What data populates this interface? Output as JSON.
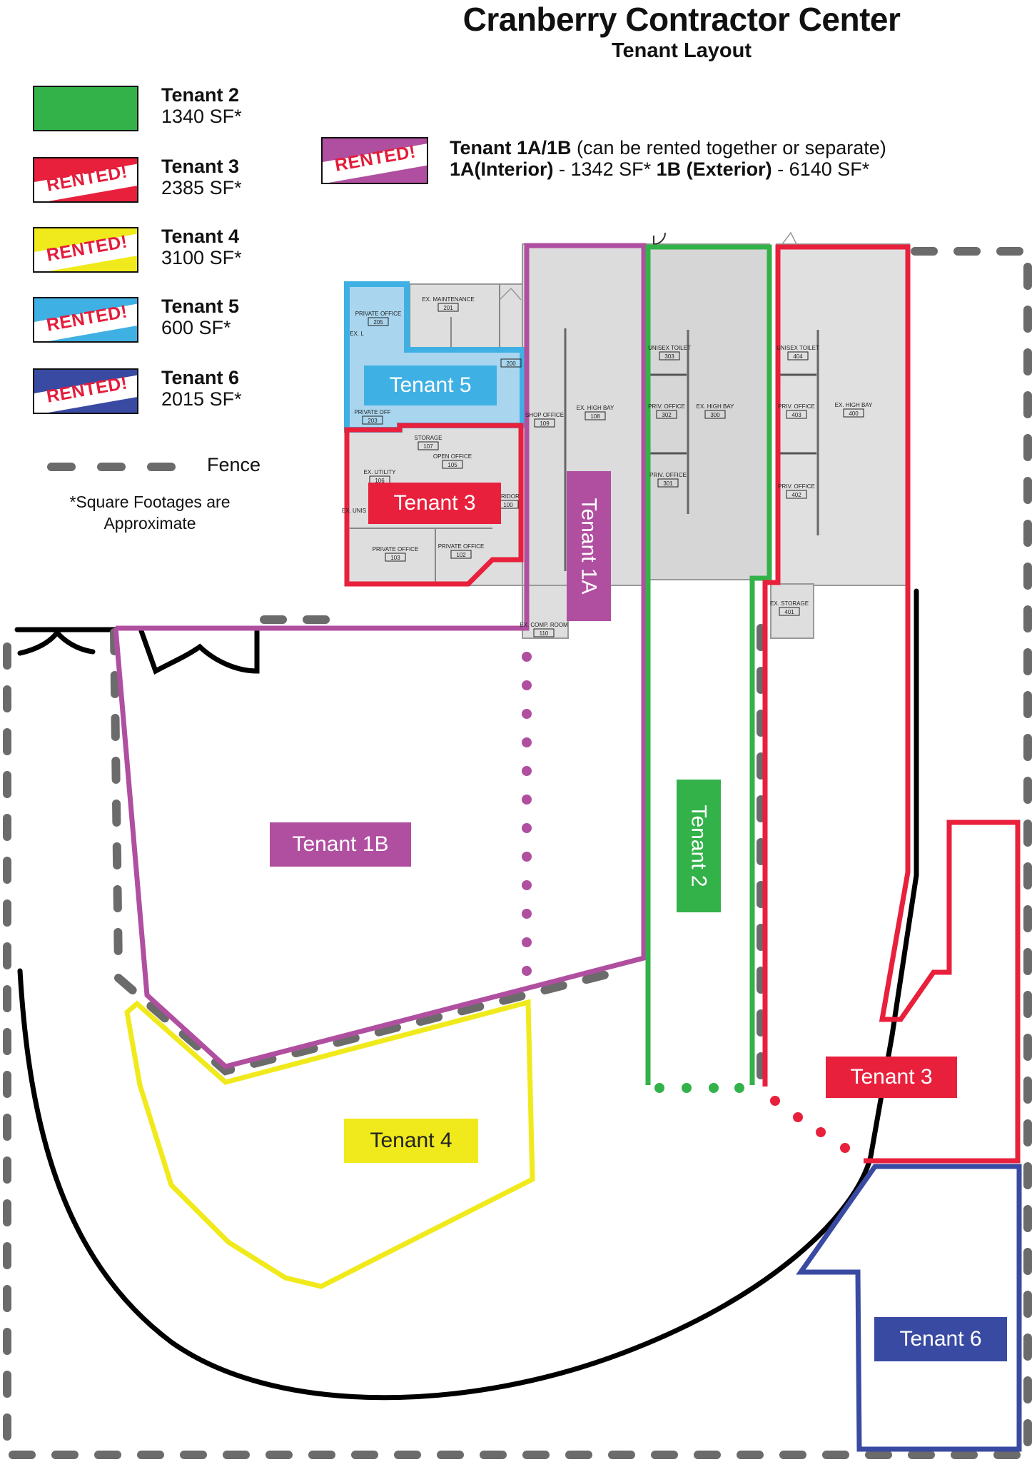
{
  "header": {
    "title": "Cranberry Contractor Center",
    "subtitle": "Tenant Layout"
  },
  "colors": {
    "tenant_1": "#b04fa0",
    "tenant_2": "#33b24a",
    "tenant_3": "#e8203c",
    "tenant_4": "#f0ea1c",
    "tenant_5": "#3fb0e4",
    "tenant_6": "#394aa2",
    "fence": "#6b6b6b",
    "building_fill": "#dcdcdc",
    "rented_text": "#e31d3b"
  },
  "legend": {
    "rented_label": "RENTED!",
    "items": [
      {
        "name": "Tenant 2",
        "area": "1340 SF*",
        "rented": false
      },
      {
        "name": "Tenant 3",
        "area": "2385 SF*",
        "rented": true
      },
      {
        "name": "Tenant 4",
        "area": "3100 SF*",
        "rented": true
      },
      {
        "name": "Tenant 5",
        "area": "600 SF*",
        "rented": true
      },
      {
        "name": "Tenant 6",
        "area": "2015 SF*",
        "rented": true
      }
    ],
    "fence_label": "Fence",
    "footnote_line1": "*Square Footages are",
    "footnote_line2": "Approximate",
    "tenant1": {
      "name": "Tenant 1A/1B",
      "note": "(can be rented together or separate)",
      "a_label": "1A(Interior)",
      "a_area": "- 1342 SF*",
      "b_label": "1B (Exterior)",
      "b_area": "- 6140 SF*"
    }
  },
  "map_labels": {
    "tenant_1a": "Tenant 1A",
    "tenant_1b": "Tenant 1B",
    "tenant_2": "Tenant 2",
    "tenant_3_interior": "Tenant 3",
    "tenant_3_exterior": "Tenant 3",
    "tenant_4": "Tenant 4",
    "tenant_5": "Tenant 5",
    "tenant_6": "Tenant 6"
  },
  "rooms": [
    {
      "name": "EX. MAINTENANCE",
      "number": "201"
    },
    {
      "name": "PRIVATE OFFICE",
      "number": "205"
    },
    {
      "name": "",
      "number": "200"
    },
    {
      "name": "PRIVATE OFF",
      "number": "203"
    },
    {
      "name": "EX. L",
      "number": ""
    },
    {
      "name": "STORAGE",
      "number": "107"
    },
    {
      "name": "OPEN OFFICE",
      "number": "105"
    },
    {
      "name": "EX. UTILITY",
      "number": "106"
    },
    {
      "name": "RRIDOR",
      "number": "100"
    },
    {
      "name": "EX. UNIS",
      "number": ""
    },
    {
      "name": "PRIVATE OFFICE",
      "number": "103"
    },
    {
      "name": "PRIVATE OFFICE",
      "number": "102"
    },
    {
      "name": "SHOP OFFICE",
      "number": "109"
    },
    {
      "name": "EX. HIGH BAY",
      "number": "108"
    },
    {
      "name": "EX. COMP. ROOM",
      "number": "110"
    },
    {
      "name": "UNISEX TOILET",
      "number": "303"
    },
    {
      "name": "PRIV. OFFICE",
      "number": "302"
    },
    {
      "name": "EX. HIGH BAY",
      "number": "300"
    },
    {
      "name": "PRIV. OFFICE",
      "number": "301"
    },
    {
      "name": "UNISEX TOILET",
      "number": "404"
    },
    {
      "name": "PRIV. OFFICE",
      "number": "403"
    },
    {
      "name": "EX. HIGH BAY",
      "number": "400"
    },
    {
      "name": "PRIV. OFFICE",
      "number": "402"
    },
    {
      "name": "EX. STORAGE",
      "number": "401"
    }
  ]
}
